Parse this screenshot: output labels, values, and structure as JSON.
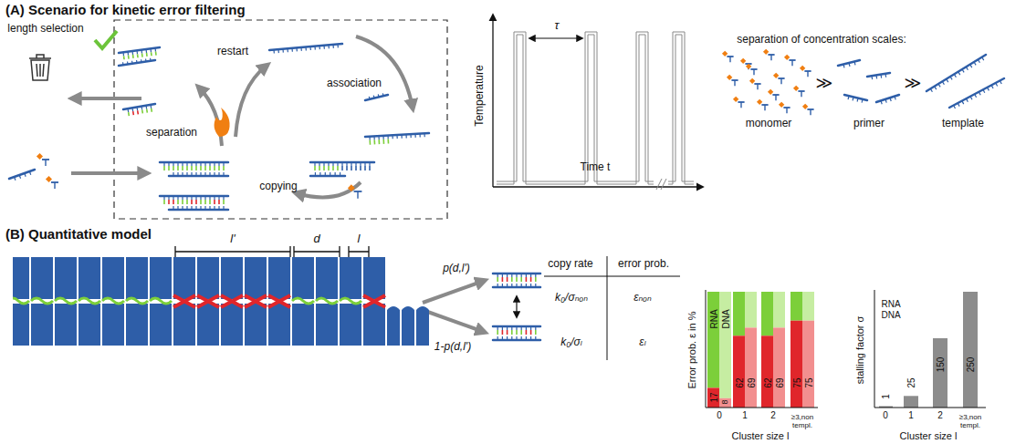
{
  "diagram": {
    "labels": [
      "(A) Scenario for kinetic error filtering",
      "length selection",
      "separation",
      "restart",
      "association",
      "copying",
      "Temperature",
      "τ",
      "Time t",
      "separation of concentration scales:",
      "monomer",
      "≫",
      "primer",
      "≫",
      "template",
      "(B) Quantitative model",
      "l'",
      "d",
      "l",
      "p(d,l')",
      "1-p(d,l')",
      "copy rate",
      "error prob.",
      "k₀/σₙₒₙ",
      "εₙₒₙ",
      "k₀/σₗ",
      "εₗ",
      "Error prob. ε in %",
      "RNA",
      "DNA",
      "17",
      "8",
      "62",
      "69",
      "62",
      "69",
      "75",
      "75",
      "0",
      "1",
      "2",
      "≥3,non templ.",
      "Cluster size l",
      "stalling factor σ",
      "RNA",
      "DNA",
      "1",
      "25",
      "150",
      "250",
      "0",
      "1",
      "2",
      "≥3,non templ.",
      "Cluster size l"
    ]
  }
}
